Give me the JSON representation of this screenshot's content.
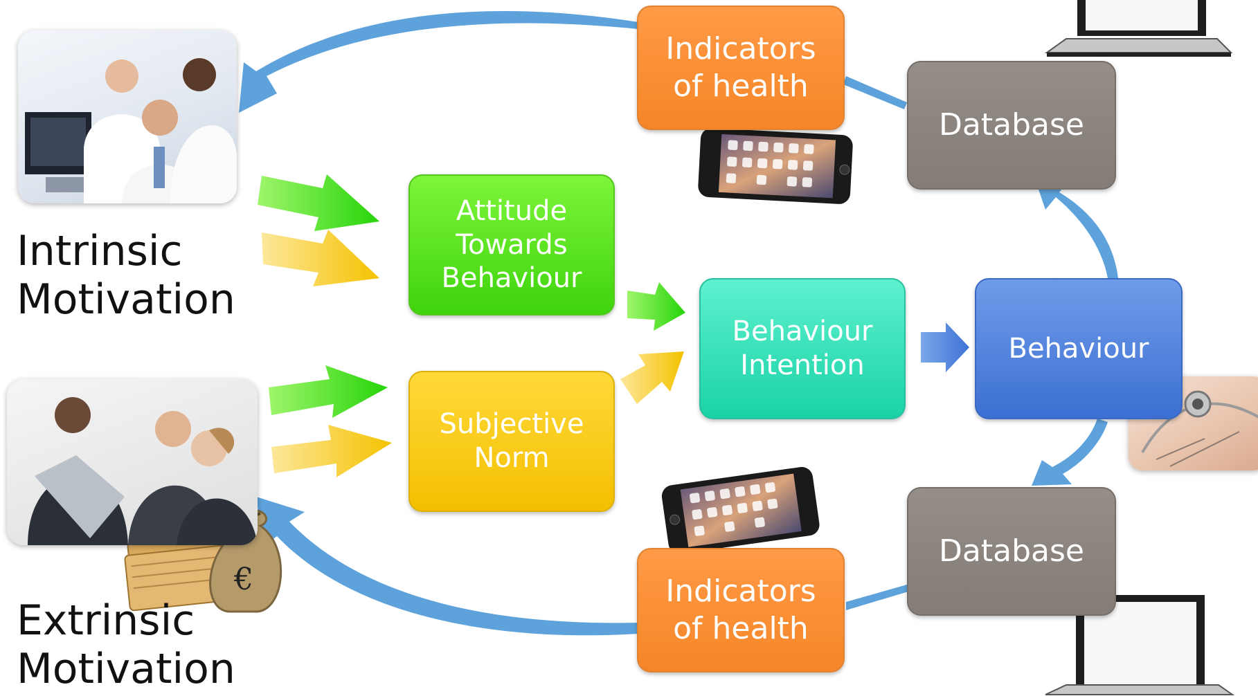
{
  "diagram": {
    "motivations": {
      "intrinsic": "Intrinsic\nMotivation",
      "extrinsic": "Extrinsic\nMotivation"
    },
    "nodes": {
      "attitude": "Attitude\nTowards\nBehaviour",
      "subjective_norm": "Subjective\nNorm",
      "intention": "Behaviour\nIntention",
      "behaviour": "Behaviour",
      "indicators_top": "Indicators\nof health",
      "indicators_bottom": "Indicators\nof health",
      "database_top": "Database",
      "database_bottom": "Database"
    },
    "currency_symbol": "€",
    "icons": [
      "doctors-photo",
      "business-meeting-photo",
      "money-bag-icon",
      "smartphone-icon",
      "laptop-icon",
      "stethoscope-photo"
    ],
    "colors": {
      "green": "#4fe01c",
      "yellow": "#f7c900",
      "teal": "#2fe0b6",
      "blue": "#4a7fdc",
      "orange": "#f7913a",
      "gray": "#8c8580",
      "feedback_arrow": "#5ea2dc"
    }
  }
}
